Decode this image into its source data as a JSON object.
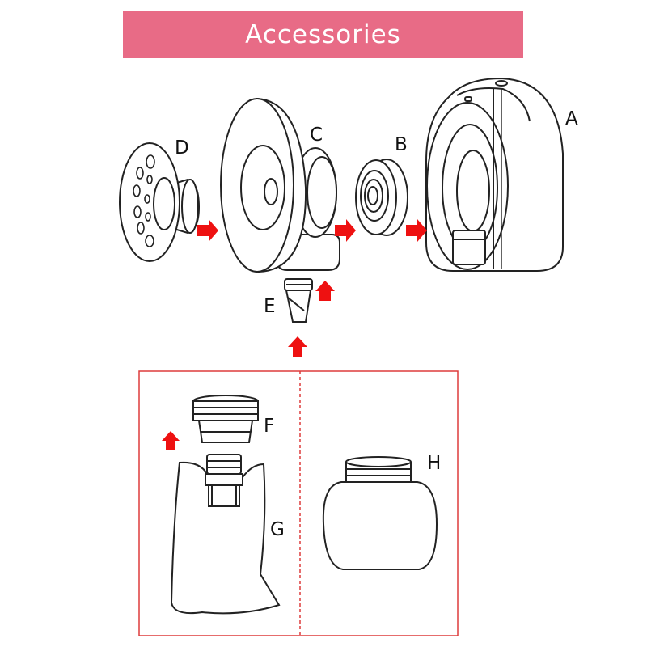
{
  "header": {
    "title": "Accessories"
  },
  "parts": {
    "A": "A",
    "B": "B",
    "C": "C",
    "D": "D",
    "E": "E",
    "F": "F",
    "G": "G",
    "H": "H"
  },
  "colors": {
    "banner": "#e86b86",
    "banner_text": "#ffffff",
    "arrow": "#ee1111",
    "frame": "#dd3b3b",
    "line": "#222222"
  },
  "icons": {
    "arrow": "red-block-arrow",
    "pump": "pump-motor-unit-icon",
    "valve": "backflow-valve-icon",
    "flange": "breast-shield-flange-icon",
    "cushion": "massage-cushion-icon",
    "duckbill": "duckbill-valve-icon",
    "connector": "bag-connector-icon",
    "bag": "milk-storage-bag-icon",
    "bottle": "collection-bottle-icon"
  }
}
